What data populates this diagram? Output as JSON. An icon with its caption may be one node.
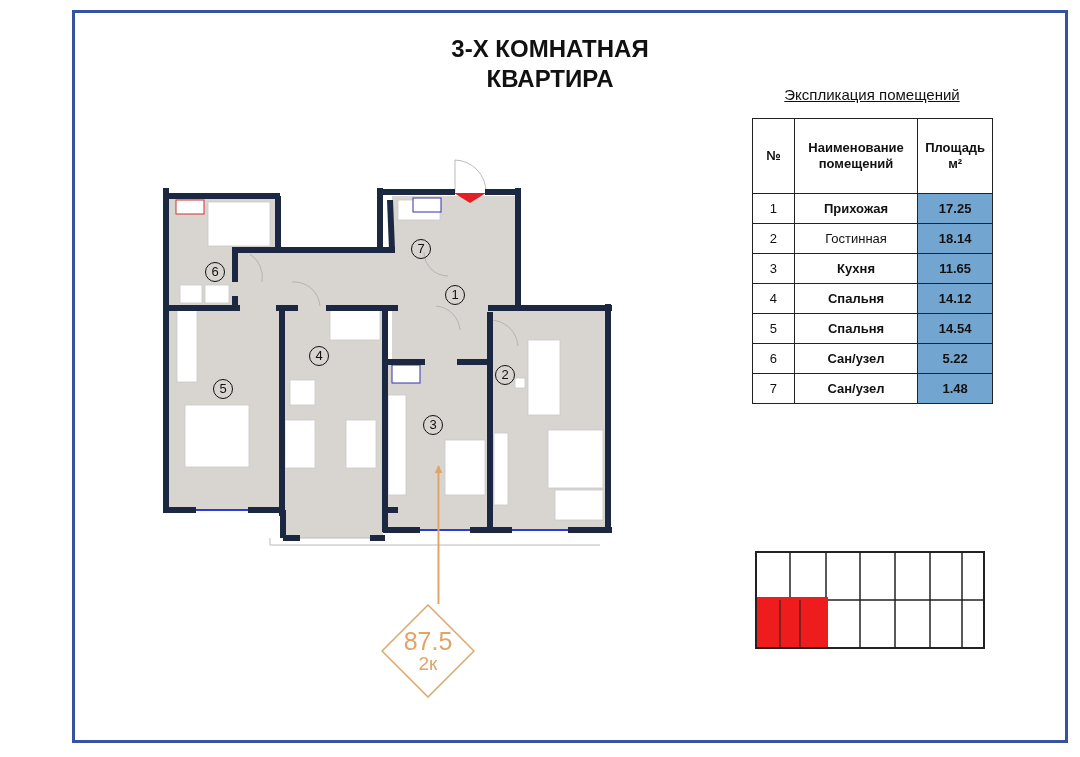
{
  "diagram": {
    "title": "3-Х КОМНАТНАЯ КВАРТИРА",
    "nodes": [
      {
        "text": [
          "87.5",
          "2к"
        ]
      },
      {
        "text": [],
        "shape": "box"
      }
    ],
    "edges": [
      {
        "from": 0,
        "to": 1,
        "arrow": "to",
        "color": "#e0a468"
      }
    ],
    "labels": [
      "7",
      "6",
      "1",
      "4",
      "2",
      "5",
      "3",
      "Экспликация помещений",
      "№",
      "Наименование помещений",
      "Площадь м²",
      "1",
      "Прихожая",
      "17.25",
      "2",
      "Гостинная",
      "18.14",
      "3",
      "Кухня",
      "11.65",
      "4",
      "Спальня",
      "14.12",
      "5",
      "Спальня",
      "14.54",
      "6",
      "Сан/узел",
      "5.22",
      "7",
      "Сан/узел",
      "1.48"
    ]
  }
}
